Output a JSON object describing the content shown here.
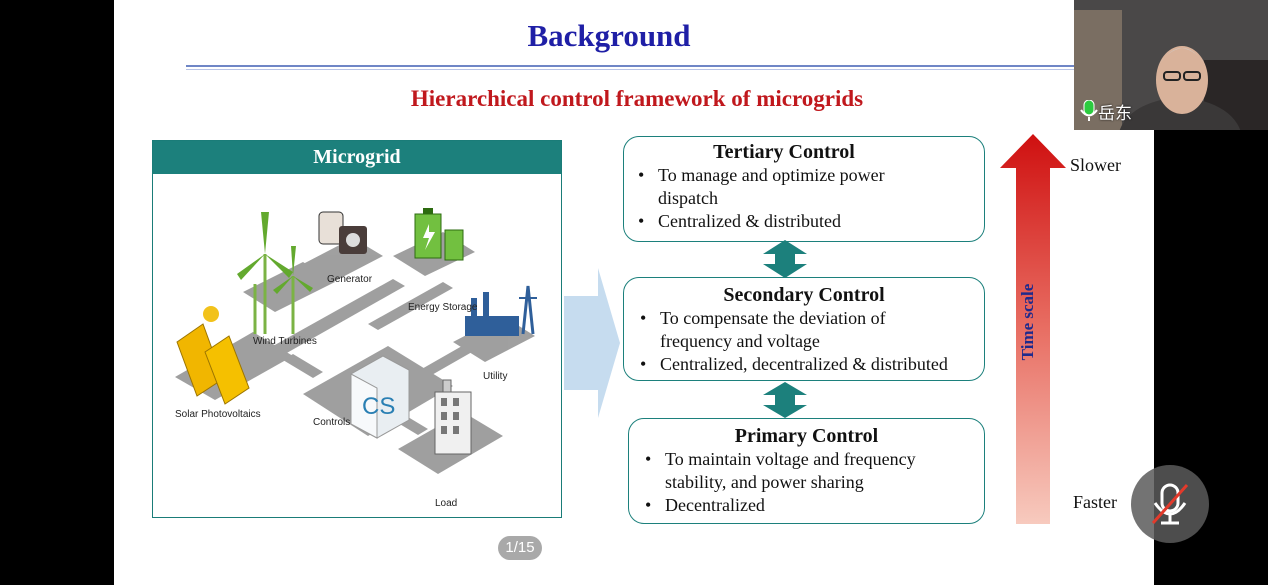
{
  "slide": {
    "title": "Background",
    "subtitle": "Hierarchical control  framework of microgrids",
    "microgrid": {
      "header": "Microgrid",
      "labels": {
        "wind": "Wind Turbines",
        "generator": "Generator",
        "storage": "Energy Storage",
        "utility": "Utility",
        "solar": "Solar Photovoltaics",
        "controls": "Controls",
        "load": "Load",
        "controller_logo": "CS"
      }
    },
    "tertiary": {
      "title": "Tertiary Control",
      "bullets": [
        "To manage and optimize power dispatch",
        "Centralized & distributed"
      ]
    },
    "secondary": {
      "title": "Secondary Control",
      "bullets": [
        "To compensate the deviation of frequency and voltage",
        "Centralized, decentralized & distributed"
      ]
    },
    "primary": {
      "title": "Primary Control",
      "bullets": [
        "To maintain voltage and frequency stability, and power sharing",
        "Decentralized"
      ]
    },
    "timescale": {
      "label": "Time scale",
      "top": "Slower",
      "bottom": "Faster"
    },
    "colors": {
      "title": "#1f1fa6",
      "subtitle": "#c0181d",
      "teal": "#1c807c",
      "arrow_top": "#d01616",
      "arrow_bottom": "#f5c2b6"
    }
  },
  "pager": {
    "text": "1/15"
  },
  "participant": {
    "name": "岳东",
    "mic_icon": "mic-on-icon"
  },
  "controls": {
    "mute_icon": "mic-muted-icon"
  }
}
